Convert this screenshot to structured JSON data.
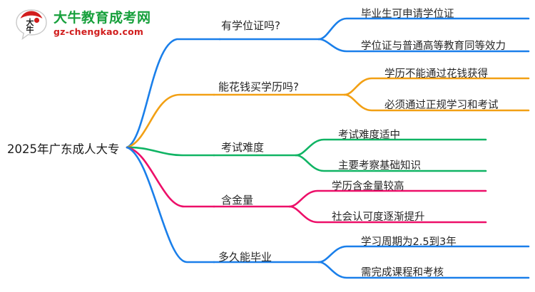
{
  "logo": {
    "badge_text": "大牛",
    "title": "大牛教育成考网",
    "domain": "gz-chengkao.com",
    "title_color": "#17a03c",
    "domain_color": "#d11d1d",
    "badge_color": "#d11d1d"
  },
  "mindmap": {
    "root": "2025年广东成人大专",
    "branches": [
      {
        "label": "有学位证吗?",
        "color": "#1a7fea",
        "leaves": [
          "毕业生可申请学位证",
          "学位证与普通高等教育同等效力"
        ]
      },
      {
        "label": "能花钱买学历吗?",
        "color": "#f2a014",
        "leaves": [
          "学历不能通过花钱获得",
          "必须通过正规学习和考试"
        ]
      },
      {
        "label": "考试难度",
        "color": "#10b464",
        "leaves": [
          "考试难度适中",
          "主要考察基础知识"
        ]
      },
      {
        "label": "含金量",
        "color": "#ed0f69",
        "leaves": [
          "学历含金量较高",
          "社会认可度逐渐提升"
        ]
      },
      {
        "label": "多久能毕业",
        "color": "#1a7fea",
        "leaves": [
          "学习周期为2.5到3年",
          "需完成课程和考核"
        ]
      }
    ]
  }
}
